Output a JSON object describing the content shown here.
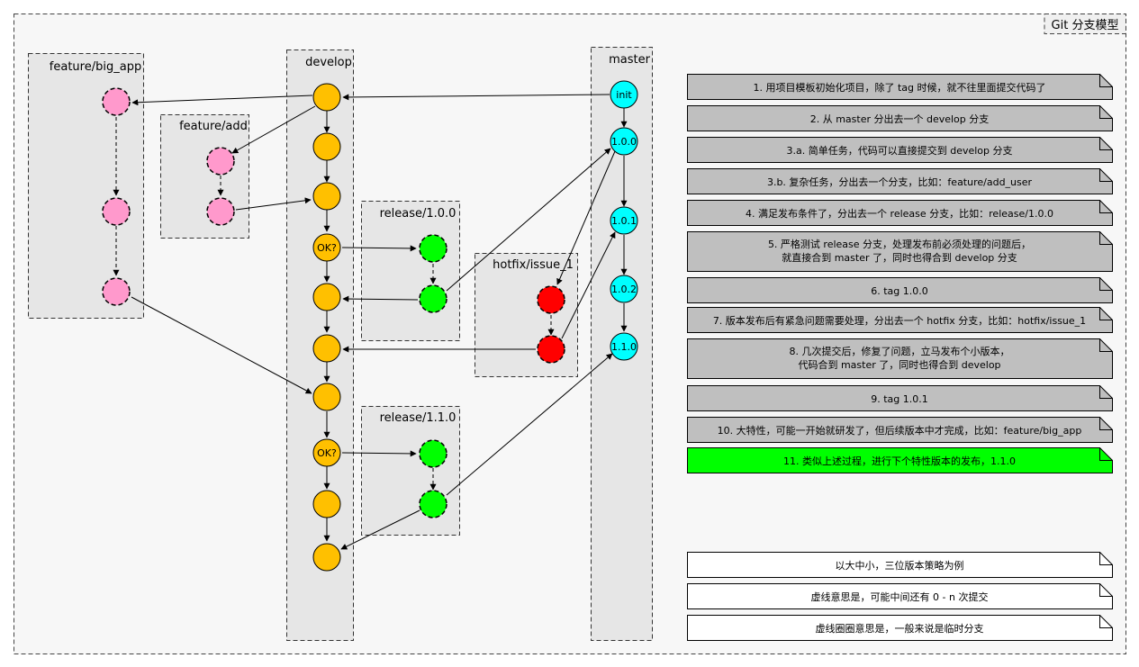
{
  "title": "Git 分支模型",
  "lanes": {
    "feature_big_app": "feature/big_app",
    "feature_add": "feature/add",
    "develop": "develop",
    "release_100": "release/1.0.0",
    "hotfix": "hotfix/issue_1",
    "release_110": "release/1.1.0",
    "master": "master"
  },
  "node_labels": {
    "init": "init",
    "v100": "1.0.0",
    "v101": "1.0.1",
    "v102": "1.0.2",
    "v110": "1.1.0",
    "ok1": "OK?",
    "ok2": "OK?"
  },
  "colors": {
    "develop": "#FFC000",
    "feature": "#FF99CC",
    "release": "#00FF00",
    "hotfix": "#FF0000",
    "master": "#00FFFF",
    "note_gray": "#BFBFBF",
    "note_green": "#00FF00",
    "lane_bg": "#E6E6E6"
  },
  "notes": [
    [
      "1. 用项目模板初始化项目，除了 tag 时候，就不往里面提交代码了"
    ],
    [
      "2. 从 master 分出去一个 develop 分支"
    ],
    [
      "3.a. 简单任务，代码可以直接提交到 develop 分支"
    ],
    [
      "3.b. 复杂任务，分出去一个分支，比如：feature/add_user"
    ],
    [
      "4. 满足发布条件了，分出去一个 release 分支，比如：release/1.0.0"
    ],
    [
      "5. 严格测试 release 分支，处理发布前必须处理的问题后，",
      "就直接合到 master 了，同时也得合到 develop 分支"
    ],
    [
      "6. tag 1.0.0"
    ],
    [
      "7. 版本发布后有紧急问题需要处理，分出去一个 hotfix 分支，比如：hotfix/issue_1"
    ],
    [
      "8. 几次提交后，修复了问题，立马发布个小版本，",
      "代码合到 master 了，同时也得合到 develop"
    ],
    [
      "9. tag 1.0.1"
    ],
    [
      "10. 大特性，可能一开始就研发了，但后续版本中才完成，比如：feature/big_app"
    ],
    [
      "11. 类似上述过程，进行下个特性版本的发布，1.1.0"
    ]
  ],
  "legend": [
    "以大中小，三位版本策略为例",
    "虚线意思是，可能中间还有 0 - n 次提交",
    "虚线圈圈意思是，一般来说是临时分支"
  ]
}
